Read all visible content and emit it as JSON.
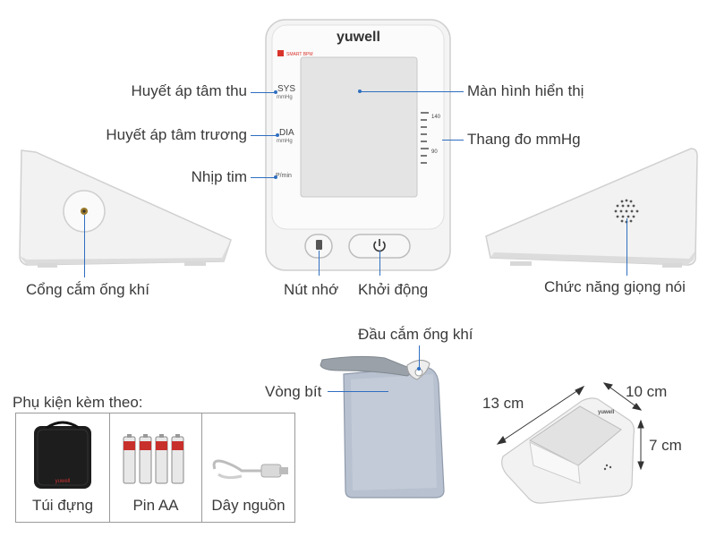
{
  "brand": "yuwell",
  "front_panel": {
    "sys": "SYS",
    "dia": "DIA",
    "pulse": "P/min",
    "unit": "mmHg",
    "scale_high": "140",
    "scale_low": "90"
  },
  "callouts": {
    "systolic": "Huyết áp tâm thu",
    "diastolic": "Huyết áp tâm trương",
    "heart_rate": "Nhịp tim",
    "display": "Màn hình hiển thị",
    "scale": "Thang đo mmHg",
    "air_port": "Cổng cắm ống khí",
    "memory_button": "Nút nhớ",
    "power_button": "Khởi động",
    "voice": "Chức năng giọng nói",
    "hose_plug": "Đầu cắm ống khí",
    "cuff": "Vòng bít"
  },
  "accessories": {
    "heading": "Phụ kiện kèm theo:",
    "items": [
      {
        "label": "Túi đựng"
      },
      {
        "label": "Pin AA"
      },
      {
        "label": "Dây nguồn"
      }
    ]
  },
  "dimensions": {
    "length": "13 cm",
    "width": "10 cm",
    "height": "7 cm"
  },
  "colors": {
    "accent": "#2f6fc0",
    "device_body": "#f3f3f3",
    "screen": "#e4e4e4",
    "cuff": "#b8c1cf"
  }
}
